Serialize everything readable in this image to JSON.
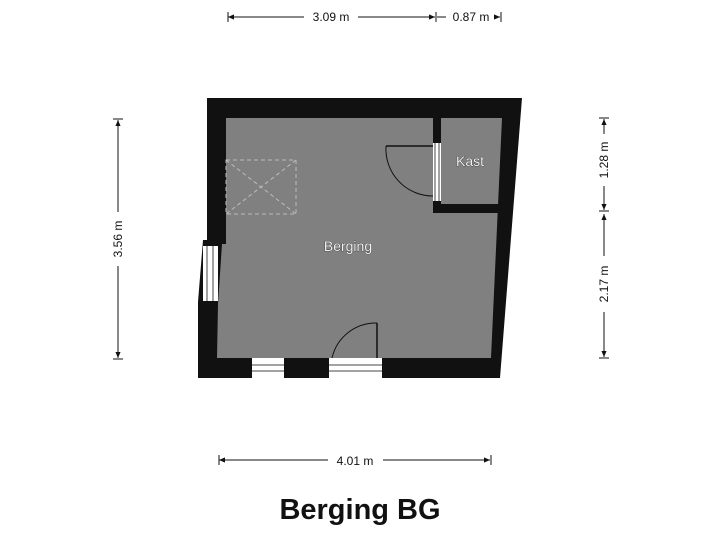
{
  "title": "Berging BG",
  "rooms": {
    "main": "Berging",
    "closet": "Kast"
  },
  "dimensions": {
    "top_main": "3.09 m",
    "top_closet": "0.87 m",
    "bottom": "4.01 m",
    "left": "3.56 m",
    "right_upper": "1.28 m",
    "right_lower": "2.17 m"
  },
  "colors": {
    "wall": "#111111",
    "floor": "#808080",
    "background": "#ffffff"
  }
}
